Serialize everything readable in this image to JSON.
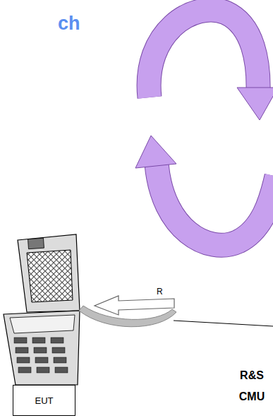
{
  "diagram": {
    "title": "ch",
    "nodes": [
      {
        "text": [
          "EUT"
        ]
      }
    ],
    "labels": [
      "R",
      "R&S CMU"
    ]
  }
}
